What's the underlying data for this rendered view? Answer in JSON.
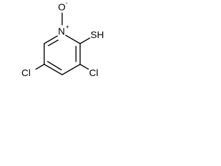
{
  "molecule": {
    "atoms": {
      "nitrogen": "N",
      "nitrogen_charge": "+",
      "oxygen": "O",
      "oxygen_charge": "-",
      "thiol": "SH",
      "chlorine_left": "Cl",
      "chlorine_right": "Cl"
    },
    "colors": {
      "bond": "#000000",
      "text": "#000000",
      "background": "#ffffff"
    }
  }
}
